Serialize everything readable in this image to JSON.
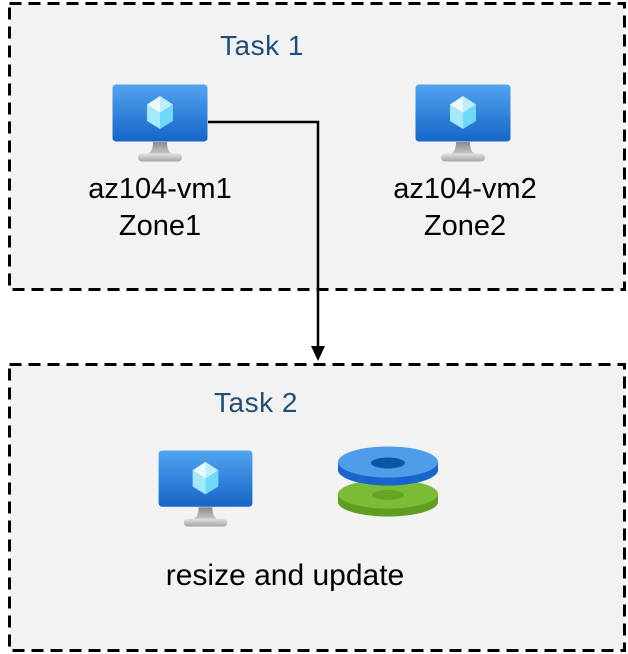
{
  "task1": {
    "title": "Task 1",
    "vm1": {
      "name": "az104-vm1",
      "zone": "Zone1"
    },
    "vm2": {
      "name": "az104-vm2",
      "zone": "Zone2"
    }
  },
  "task2": {
    "title": "Task 2",
    "caption": "resize and update"
  },
  "connector": {
    "from": "az104-vm1",
    "to": "Task 2"
  },
  "icons": {
    "vm": "azure-virtual-machine-icon",
    "disks": "azure-disks-icon"
  },
  "colors": {
    "box_fill": "#f2f2f2",
    "box_border": "#000000",
    "title_text": "#1f4e79",
    "label_text": "#000000",
    "arrow": "#000000",
    "vm_screen_top": "#52a4f0",
    "vm_screen_bottom": "#1665c8",
    "cube_light": "#ecfaff",
    "cube_mid": "#a6e9fb",
    "cube_dark": "#6fd9f7",
    "disk_blue_top": "#4f9ce9",
    "disk_blue_side": "#1765cd",
    "disk_blue_hole": "#0a58a4",
    "disk_green_top": "#7abc35",
    "disk_green_side": "#5d9e20",
    "disk_green_hole": "#66a428"
  }
}
